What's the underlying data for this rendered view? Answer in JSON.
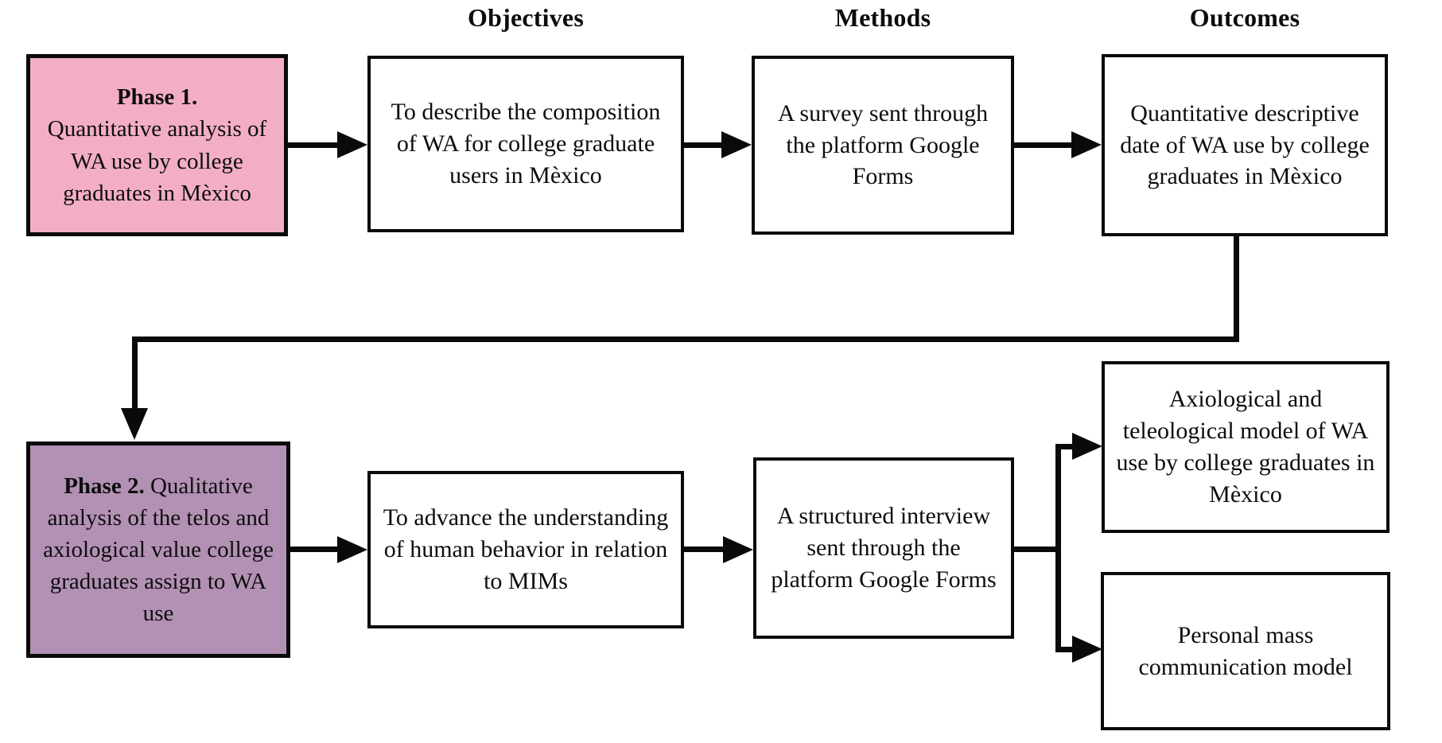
{
  "diagram": {
    "headers": {
      "objectives": "Objectives",
      "methods": "Methods",
      "outcomes": "Outcomes"
    },
    "phase1": {
      "title": "Phase 1.",
      "body": "Quantitative analysis of WA use by college graduates in Mèxico"
    },
    "row1": {
      "objective": "To describe the composition of WA for college graduate users in Mèxico",
      "method": "A survey sent through the platform Google Forms",
      "outcome": "Quantitative descriptive date of WA use by college graduates in Mèxico"
    },
    "phase2": {
      "title": "Phase 2.",
      "body": "Qualitative analysis of the telos and axiological value college graduates assign to WA use"
    },
    "row2": {
      "objective": "To advance the understanding of human behavior in relation to MIMs",
      "method": "A structured interview sent through the platform Google Forms",
      "outcome_top": "Axiological and teleological model of WA use by college graduates in Mèxico",
      "outcome_bottom": "Personal mass communication model"
    },
    "colors": {
      "phase1_fill": "#F3AEC5",
      "phase2_fill": "#B391B4",
      "line": "#0A0A0A",
      "box_fill": "#FFFFFF"
    }
  }
}
